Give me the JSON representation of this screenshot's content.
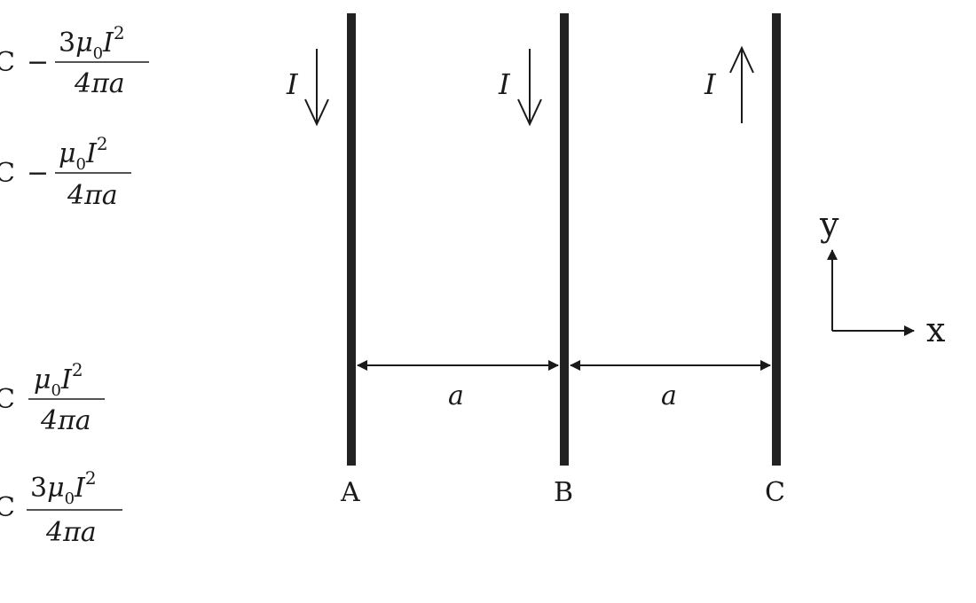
{
  "options": [
    {
      "letter": "C",
      "sign": "−",
      "coef": "3",
      "mu": "μ",
      "mu_sub": "0",
      "I": "I",
      "exp": "2",
      "den": "4πa"
    },
    {
      "letter": "C",
      "sign": "−",
      "coef": "",
      "mu": "μ",
      "mu_sub": "0",
      "I": "I",
      "exp": "2",
      "den": "4πa"
    },
    {
      "letter": "C",
      "sign": "",
      "coef": "",
      "mu": "μ",
      "mu_sub": "0",
      "I": "I",
      "exp": "2",
      "den": "4πa"
    },
    {
      "letter": "C",
      "sign": "",
      "coef": "3",
      "mu": "μ",
      "mu_sub": "0",
      "I": "I",
      "exp": "2",
      "den": "4πa"
    }
  ],
  "wires": [
    {
      "label": "A",
      "current": "I",
      "direction": "down"
    },
    {
      "label": "B",
      "current": "I",
      "direction": "down"
    },
    {
      "label": "C",
      "current": "I",
      "direction": "up"
    }
  ],
  "distances": [
    "a",
    "a"
  ],
  "axes": {
    "x": "x",
    "y": "y"
  },
  "colors": {
    "ink": "#1a1a1a",
    "wire": "#222222",
    "background": "#ffffff"
  }
}
